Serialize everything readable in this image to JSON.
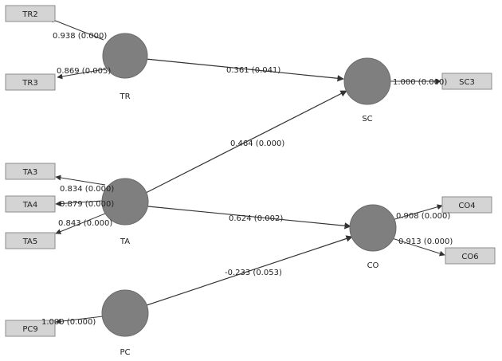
{
  "colors": {
    "latent_fill": "#7f7f7f",
    "latent_stroke": "#6a6a6a",
    "indicator_fill": "#d4d4d4",
    "indicator_stroke": "#8c8c8c",
    "arrow": "#333333",
    "text": "#222222"
  },
  "latent_variables": [
    {
      "id": "TR",
      "label": "TR"
    },
    {
      "id": "SC",
      "label": "SC"
    },
    {
      "id": "TA",
      "label": "TA"
    },
    {
      "id": "CO",
      "label": "CO"
    },
    {
      "id": "PC",
      "label": "PC"
    }
  ],
  "indicators": [
    {
      "id": "TR2",
      "label": "TR2",
      "construct": "TR",
      "loading": "0.938 (0.000)"
    },
    {
      "id": "TR3",
      "label": "TR3",
      "construct": "TR",
      "loading": "0.869 (0.005)"
    },
    {
      "id": "SC3",
      "label": "SC3",
      "construct": "SC",
      "loading": "1.000 (0.000)"
    },
    {
      "id": "TA3",
      "label": "TA3",
      "construct": "TA",
      "loading": "0.834 (0.000)"
    },
    {
      "id": "TA4",
      "label": "TA4",
      "construct": "TA",
      "loading": "0.879 (0.000)"
    },
    {
      "id": "TA5",
      "label": "TA5",
      "construct": "TA",
      "loading": "0.843 (0.000)"
    },
    {
      "id": "CO4",
      "label": "CO4",
      "construct": "CO",
      "loading": "0.908 (0.000)"
    },
    {
      "id": "CO6",
      "label": "CO6",
      "construct": "CO",
      "loading": "0.913 (0.000)"
    },
    {
      "id": "PC9",
      "label": "PC9",
      "construct": "PC",
      "loading": "1.000 (0.000)"
    }
  ],
  "paths": [
    {
      "from": "TR",
      "to": "SC",
      "label": "0.361 (0.041)"
    },
    {
      "from": "TA",
      "to": "SC",
      "label": "0.464 (0.000)"
    },
    {
      "from": "TA",
      "to": "CO",
      "label": "0.624 (0.002)"
    },
    {
      "from": "PC",
      "to": "CO",
      "label": "-0.233 (0.053)"
    }
  ]
}
